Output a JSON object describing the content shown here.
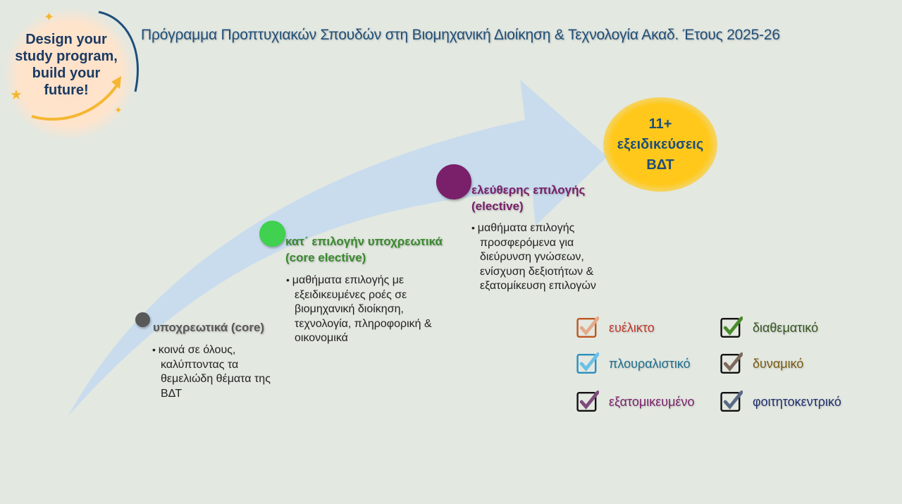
{
  "title": "Πρόγραμμα Προπτυχιακών Σπουδών στη Βιομηχανική Διοίκηση & Τεχνολογία Ακαδ. Έτους 2025-26",
  "badge": {
    "lines": [
      "Design your",
      "study program,",
      "build your",
      "future!"
    ],
    "text_color": "#1b3a63",
    "bg_color": "#ffe1c8",
    "arrow_color": "#f5b731"
  },
  "goal": {
    "lines": [
      "11+",
      "εξειδικεύσεις",
      "ΒΔΤ"
    ],
    "bg_color": "#ffc81a"
  },
  "arrow_color": "#c9dced",
  "levels": [
    {
      "title_lines": [
        "υποχρεωτικά (core)"
      ],
      "color": "#595959",
      "desc_lines": [
        "κοινά σε όλους,",
        "καλύπτοντας τα",
        "θεμελιώδη θέματα της",
        "ΒΔΤ"
      ]
    },
    {
      "title_lines": [
        "κατ΄ επιλογήν υποχρεωτικά",
        "(core elective)"
      ],
      "color": "#3a8a2e",
      "dot_color": "#3fd14f",
      "desc_lines": [
        "μαθήματα επιλογής με",
        "εξειδικευμένες ροές σε",
        "βιομηχανική διοίκηση,",
        "τεχνολογία, πληροφορική &",
        "οικονομικά"
      ]
    },
    {
      "title_lines": [
        "ελεύθερης επιλογής",
        "(elective)"
      ],
      "color": "#7a1f6a",
      "desc_lines": [
        "μαθήματα επιλογής",
        "προσφερόμενα για",
        "διεύρυνση γνώσεων,",
        "ενίσχυση δεξιοτήτων &",
        "εξατομίκευση επιλογών"
      ]
    }
  ],
  "features": [
    {
      "label": "ευέλικτο",
      "color": "#c0392b",
      "box_color": "#c0561f",
      "check_color": "#e3a98a"
    },
    {
      "label": "διαθεματικό",
      "color": "#375623",
      "box_color": "#111111",
      "check_color": "#4a8a2a"
    },
    {
      "label": "πλουραλιστικό",
      "color": "#1f6e8c",
      "box_color": "#2a8fbf",
      "check_color": "#6cc0e6"
    },
    {
      "label": "δυναμικό",
      "color": "#7a5a10",
      "box_color": "#111111",
      "check_color": "#7d6a5a"
    },
    {
      "label": "εξατομικευμένο",
      "color": "#7a1f6a",
      "box_color": "#111111",
      "check_color": "#7d4a7a"
    },
    {
      "label": "φοιτητοκεντρικό",
      "color": "#1f2e6e",
      "box_color": "#111111",
      "check_color": "#5a6a85"
    }
  ]
}
